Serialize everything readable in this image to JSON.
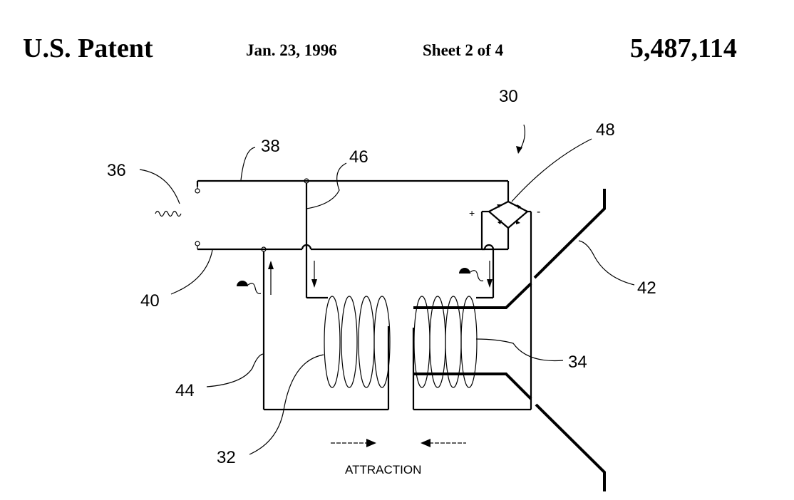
{
  "header": {
    "title": "U.S. Patent",
    "date": "Jan. 23, 1996",
    "sheet": "Sheet 2 of 4",
    "patent_number": "5,487,114"
  },
  "refs": {
    "r30": "30",
    "r48": "48",
    "r38": "38",
    "r46": "46",
    "r36": "36",
    "r40": "40",
    "r42": "42",
    "r44": "44",
    "r34": "34",
    "r32": "32"
  },
  "bridge": {
    "plus": "+",
    "minus": "-"
  },
  "caption": "ATTRACTION"
}
